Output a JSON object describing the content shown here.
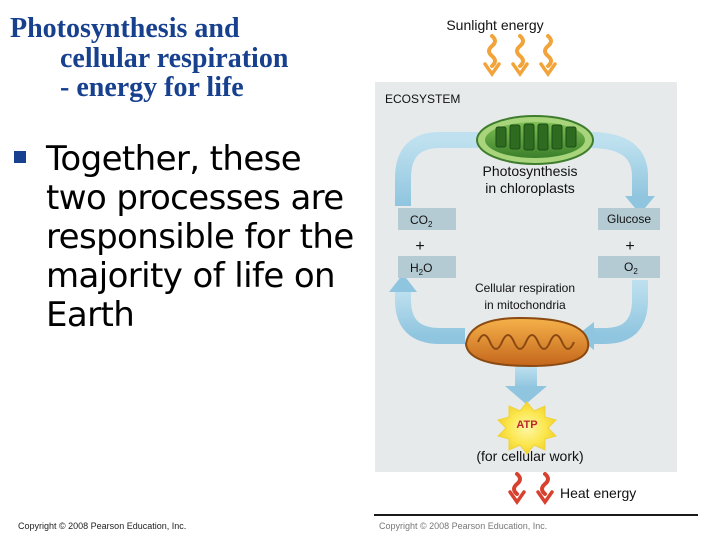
{
  "slide": {
    "title_lines": [
      "Photosynthesis and",
      "cellular respiration",
      "- energy for life"
    ],
    "bullet": "Together, these two processes are responsible for the majority of life on Earth",
    "copyright_left": "Copyright © 2008 Pearson Education, Inc.",
    "copyright_right": "Copyright © 2008 Pearson Education, Inc."
  },
  "figure": {
    "sunlight_label": "Sunlight energy",
    "ecosystem_label": "ECOSYSTEM",
    "photosynthesis_line1": "Photosynthesis",
    "photosynthesis_line2": "in chloroplasts",
    "co2_base": "CO",
    "co2_sub": "2",
    "h2o_h": "H",
    "h2o_sub": "2",
    "h2o_o": "O",
    "glucose_label": "Glucose",
    "o2_base": "O",
    "o2_sub": "2",
    "plus_symbol": "+",
    "respiration_line1": "Cellular respiration",
    "respiration_line2": "in mitochondria",
    "atp_label": "ATP",
    "atp_caption": "(for cellular work)",
    "heat_label": "Heat energy",
    "colors": {
      "title": "#17418f",
      "ecosystem_bg": "#e6eaeb",
      "arrow_blue": "#9ccde4",
      "label_box": "#b4cbd3",
      "chloroplast_green": "#4e9e38",
      "mitochondrion_orange": "#e08d2c",
      "atp_yellow": "#fbe64c",
      "atp_text": "#c0272d",
      "wavy_orange": "#f2a43a",
      "wavy_red": "#d8412e"
    }
  }
}
